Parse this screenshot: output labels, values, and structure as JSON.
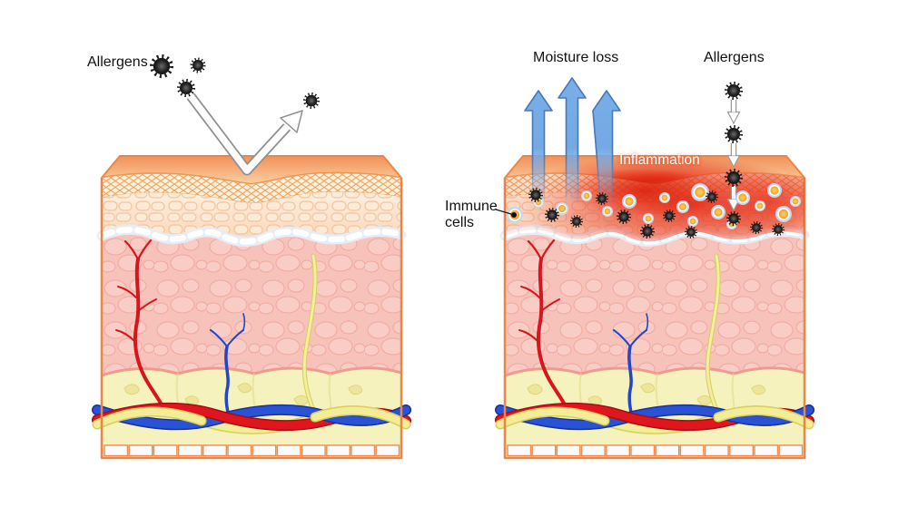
{
  "figure": {
    "left_panel": {
      "description_role": "healthy skin barrier, allergen bounces off",
      "allergens_label": "Allergens"
    },
    "right_panel": {
      "description_role": "damaged skin barrier with inflammation",
      "moisture_loss_label": "Moisture loss",
      "allergens_label": "Allergens",
      "inflammation_label": "Inflammation",
      "immune_cells_line1": "Immune",
      "immune_cells_line2": "cells"
    }
  },
  "colors": {
    "background": "#ffffff",
    "label_text": "#111111",
    "inflammation_text": "#ffffff",
    "allergen_particle": "#1b1b1b",
    "moisture_arrow_blue": "#74ACE8",
    "inflammation_red": "#E62A14",
    "immune_cell_core_orange": "#F5B33C",
    "immune_cell_ring_blue": "#C7D7F0",
    "skin_surface_orange": "#F29A61",
    "stratum_corneum_cream": "#FCF1DC",
    "epidermis_peach": "#FBE0C8",
    "dermis_pink": "#F6C2BA",
    "fat_yellow": "#F5F2BE",
    "artery_red": "#D5161E",
    "vein_blue": "#2A52D4",
    "nerve_yellow": "#F2ED96",
    "bounce_arrow_white": "#ffffff"
  }
}
